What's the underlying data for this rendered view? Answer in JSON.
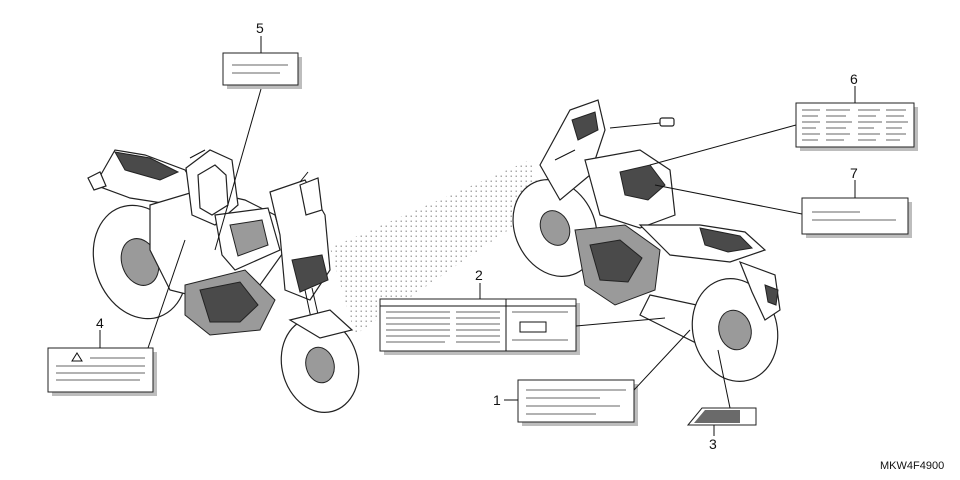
{
  "diagram": {
    "code": "MKW4F4900",
    "callouts": [
      {
        "id": "1",
        "label": "1"
      },
      {
        "id": "2",
        "label": "2"
      },
      {
        "id": "3",
        "label": "3"
      },
      {
        "id": "4",
        "label": "4"
      },
      {
        "id": "5",
        "label": "5"
      },
      {
        "id": "6",
        "label": "6"
      },
      {
        "id": "7",
        "label": "7"
      }
    ],
    "warning_symbol": "warning-triangle-icon"
  }
}
